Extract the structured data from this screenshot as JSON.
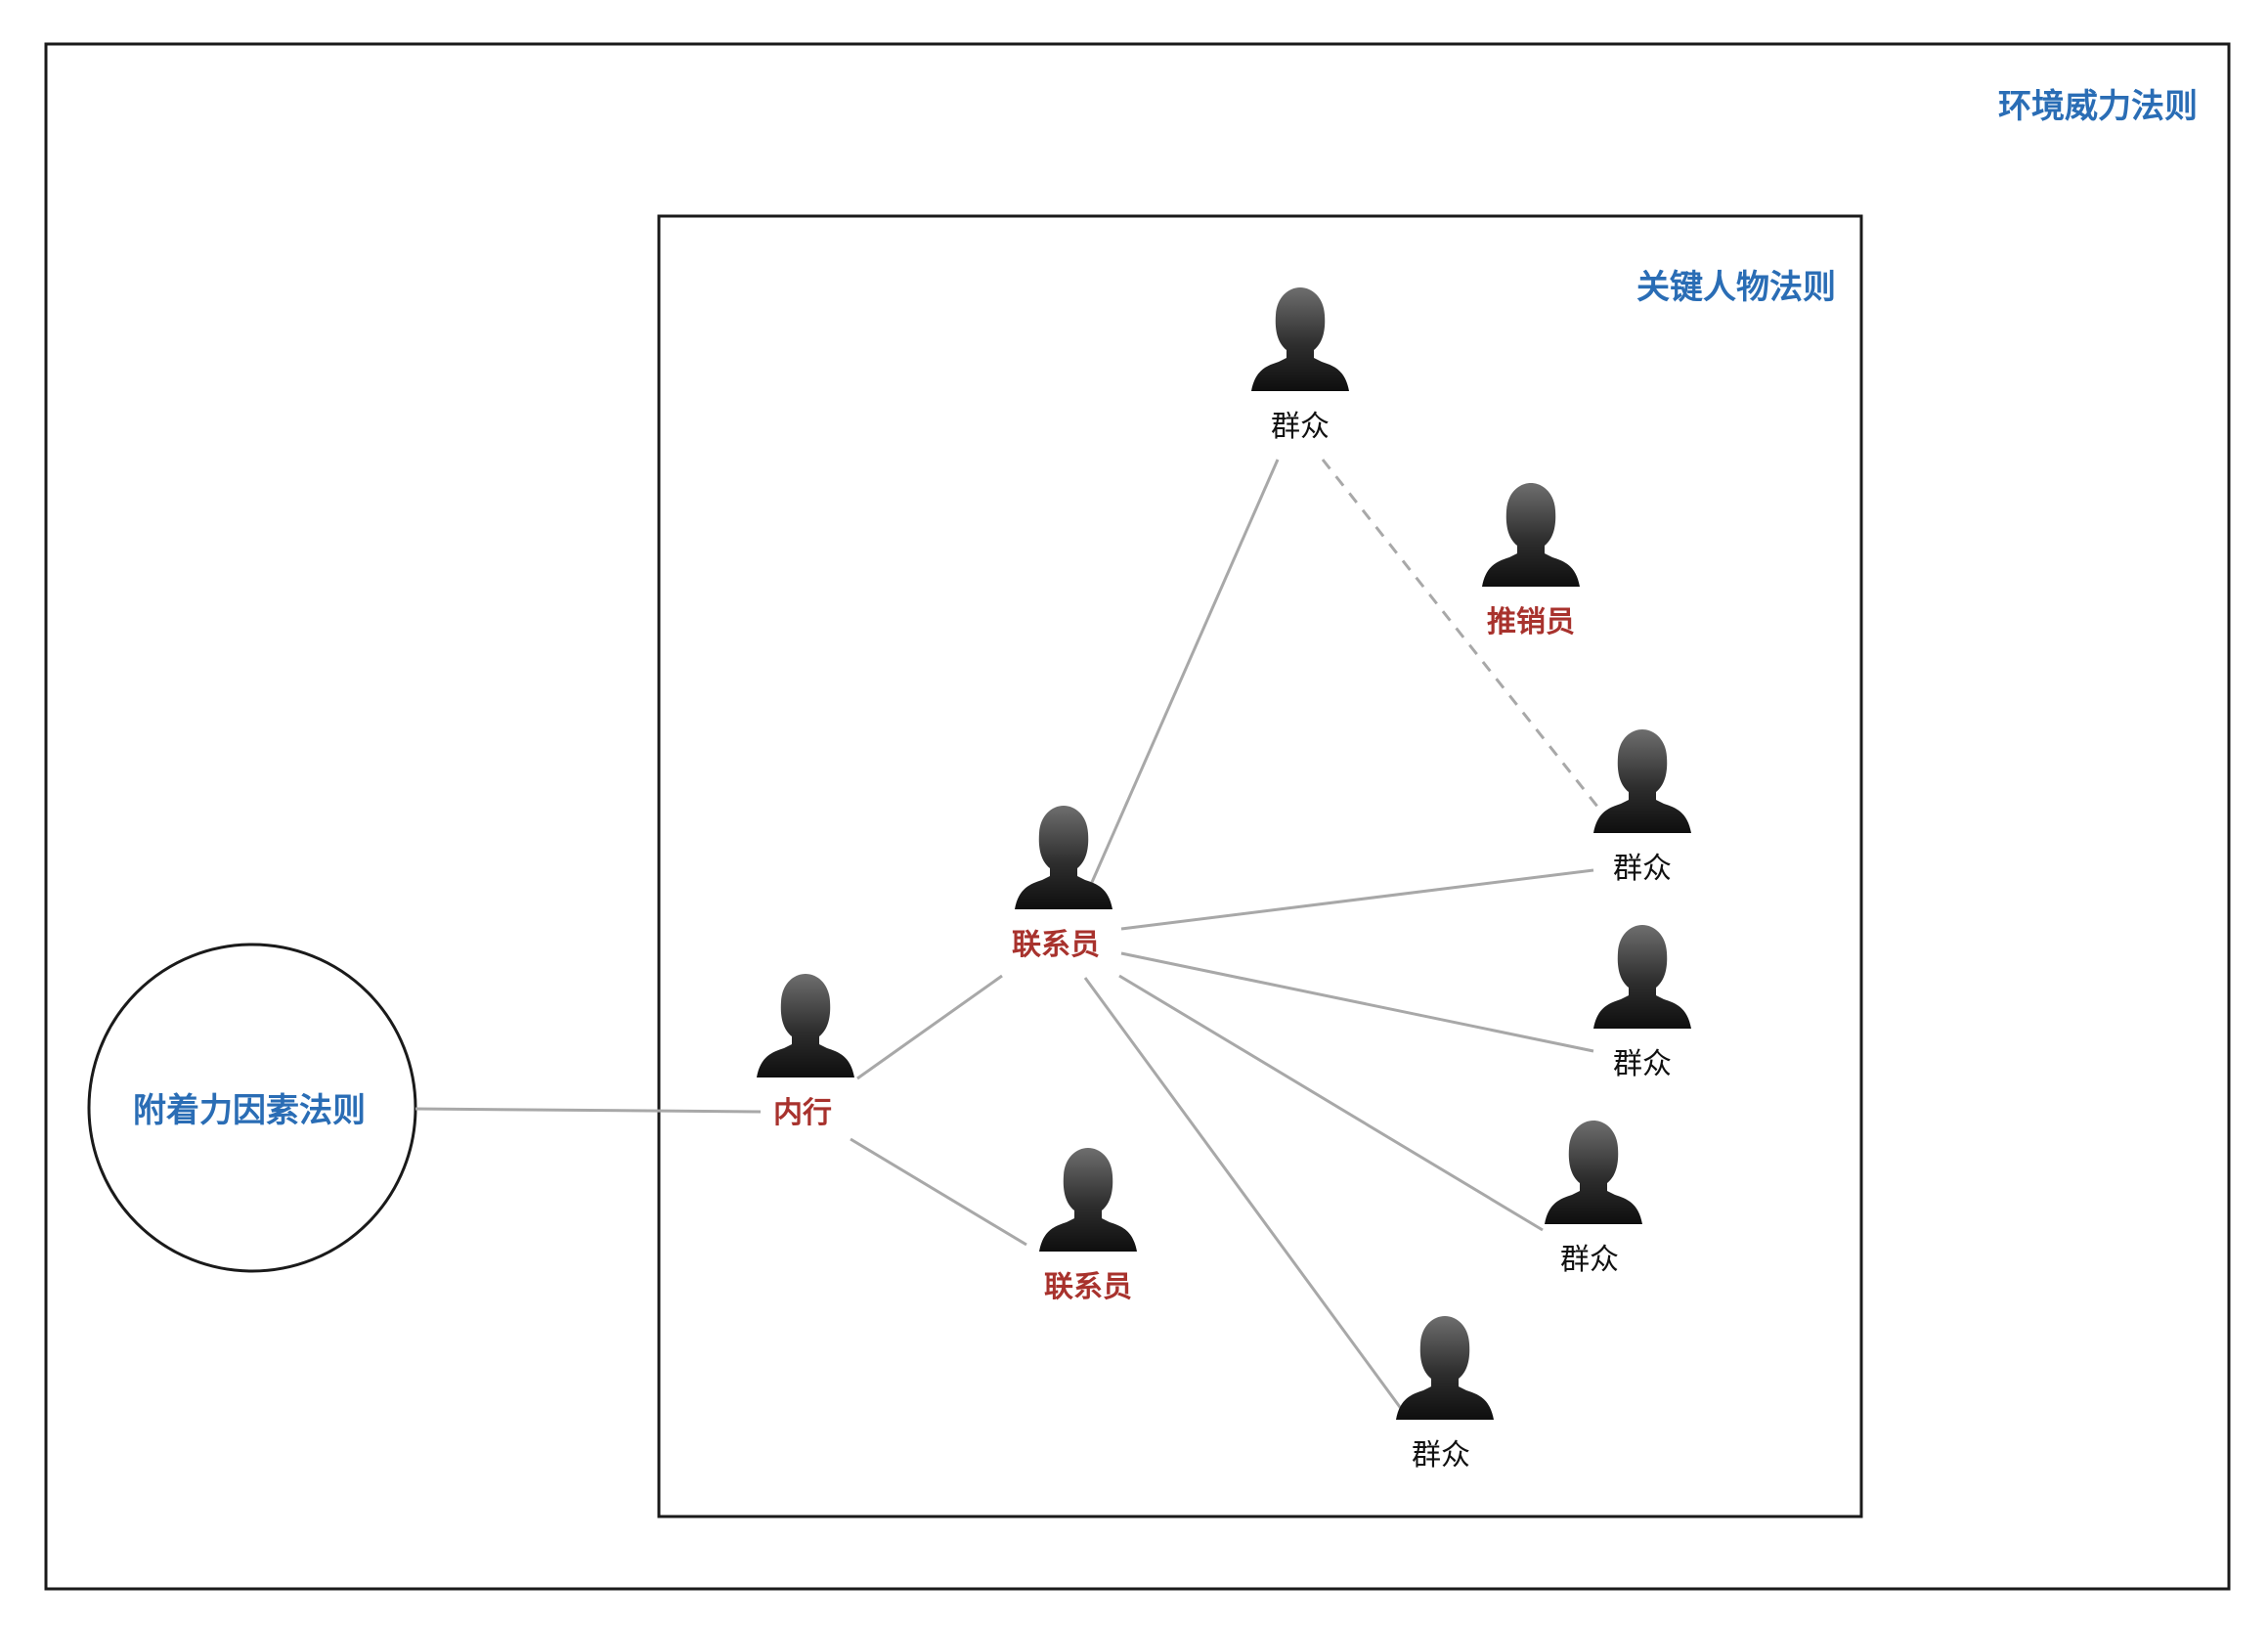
{
  "colors": {
    "law_title": "#2a6db5",
    "role_label": "#a8322d",
    "crowd_label": "#111111",
    "edge": "#a8a8a8",
    "frame": "#1a1a1a"
  },
  "outer_frame": {
    "title": "环境威力法则"
  },
  "inner_frame": {
    "title": "关键人物法则"
  },
  "circle": {
    "title": "附着力因素法则"
  },
  "people": [
    {
      "id": "crowd-top",
      "label": "群众",
      "kind": "crowd",
      "icon": "person-icon"
    },
    {
      "id": "salesman",
      "label": "推销员",
      "kind": "role",
      "icon": "person-icon"
    },
    {
      "id": "crowd-right-1",
      "label": "群众",
      "kind": "crowd",
      "icon": "person-icon"
    },
    {
      "id": "connector-main",
      "label": "联系员",
      "kind": "role",
      "icon": "person-icon"
    },
    {
      "id": "crowd-right-2",
      "label": "群众",
      "kind": "crowd",
      "icon": "person-icon"
    },
    {
      "id": "maven",
      "label": "内行",
      "kind": "role",
      "icon": "person-icon"
    },
    {
      "id": "crowd-right-3",
      "label": "群众",
      "kind": "crowd",
      "icon": "person-icon"
    },
    {
      "id": "connector-lower",
      "label": "联系员",
      "kind": "role",
      "icon": "person-icon"
    },
    {
      "id": "crowd-bottom",
      "label": "群众",
      "kind": "crowd",
      "icon": "person-icon"
    }
  ],
  "edges": [
    {
      "from": "circle",
      "to": "maven",
      "style": "solid"
    },
    {
      "from": "maven",
      "to": "connector-main",
      "style": "solid"
    },
    {
      "from": "maven",
      "to": "connector-lower",
      "style": "solid"
    },
    {
      "from": "connector-main",
      "to": "crowd-top",
      "style": "solid"
    },
    {
      "from": "connector-main",
      "to": "crowd-right-1",
      "style": "solid"
    },
    {
      "from": "connector-main",
      "to": "crowd-right-2",
      "style": "solid"
    },
    {
      "from": "connector-main",
      "to": "crowd-right-3",
      "style": "solid"
    },
    {
      "from": "connector-main",
      "to": "crowd-bottom",
      "style": "solid"
    },
    {
      "from": "crowd-top",
      "to": "crowd-right-1",
      "style": "dashed"
    }
  ]
}
